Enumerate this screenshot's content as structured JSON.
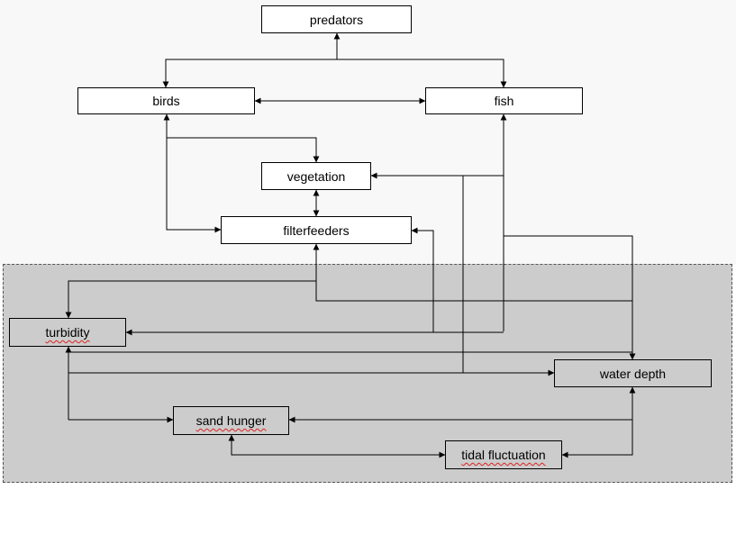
{
  "nodes": {
    "predators": "predators",
    "birds": "birds",
    "fish": "fish",
    "vegetation": "vegetation",
    "filterfeeders": "filterfeeders",
    "turbidity": "turbidity",
    "water_depth": "water depth",
    "sand_hunger": "sand hunger",
    "tidal_fluctuation": "tidal fluctuation"
  },
  "colors": {
    "upper_background": "#f8f8f8",
    "region_background": "#cccccc",
    "line": "#000000",
    "spellcheck_underline": "#e02020"
  }
}
